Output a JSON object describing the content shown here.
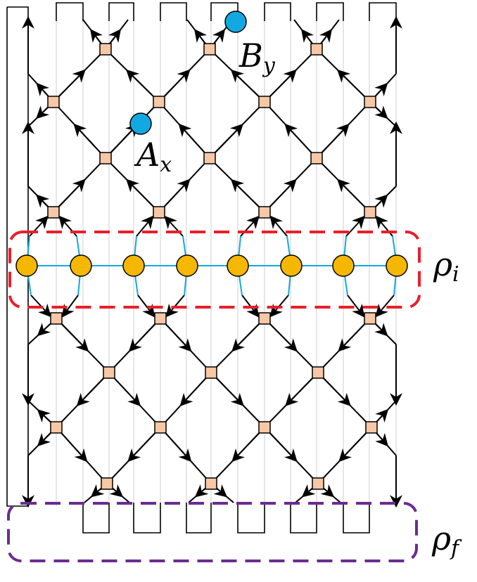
{
  "labels": {
    "A": {
      "main": "A",
      "sub": "x"
    },
    "B": {
      "main": "B",
      "sub": "y"
    },
    "rho_i": {
      "main": "ρ",
      "sub": "i"
    },
    "rho_f": {
      "main": "ρ",
      "sub": "f"
    }
  },
  "colors": {
    "edge": "#000000",
    "tensor_fill": "#f7c7a6",
    "tensor_stroke": "#000000",
    "state_node": "#f5b700",
    "state_bond": "#12a9e0",
    "operator_node": "#12a9e0",
    "box_i": "#e8202a",
    "box_f": "#6a2c91",
    "guide": "#cfcfcf"
  }
}
